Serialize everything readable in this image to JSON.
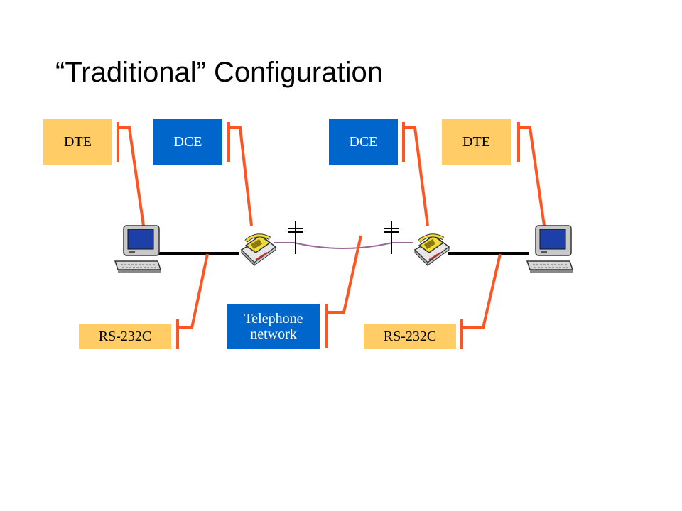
{
  "title": "“Traditional” Configuration",
  "labels": {
    "dte_left": "DTE",
    "dce_left": "DCE",
    "dce_right": "DCE",
    "dte_right": "DTE",
    "rs232c_left": "RS-232C",
    "telephone_line1": "Telephone",
    "telephone_line2": "network",
    "rs232c_right": "RS-232C"
  },
  "colors": {
    "dte_fill": "#ffcc66",
    "dce_fill": "#0066cc",
    "callout_line": "#ff5522",
    "phone_line": "#996699"
  },
  "icons": [
    "computer-icon",
    "telephone-icon",
    "telephone-icon",
    "computer-icon"
  ]
}
